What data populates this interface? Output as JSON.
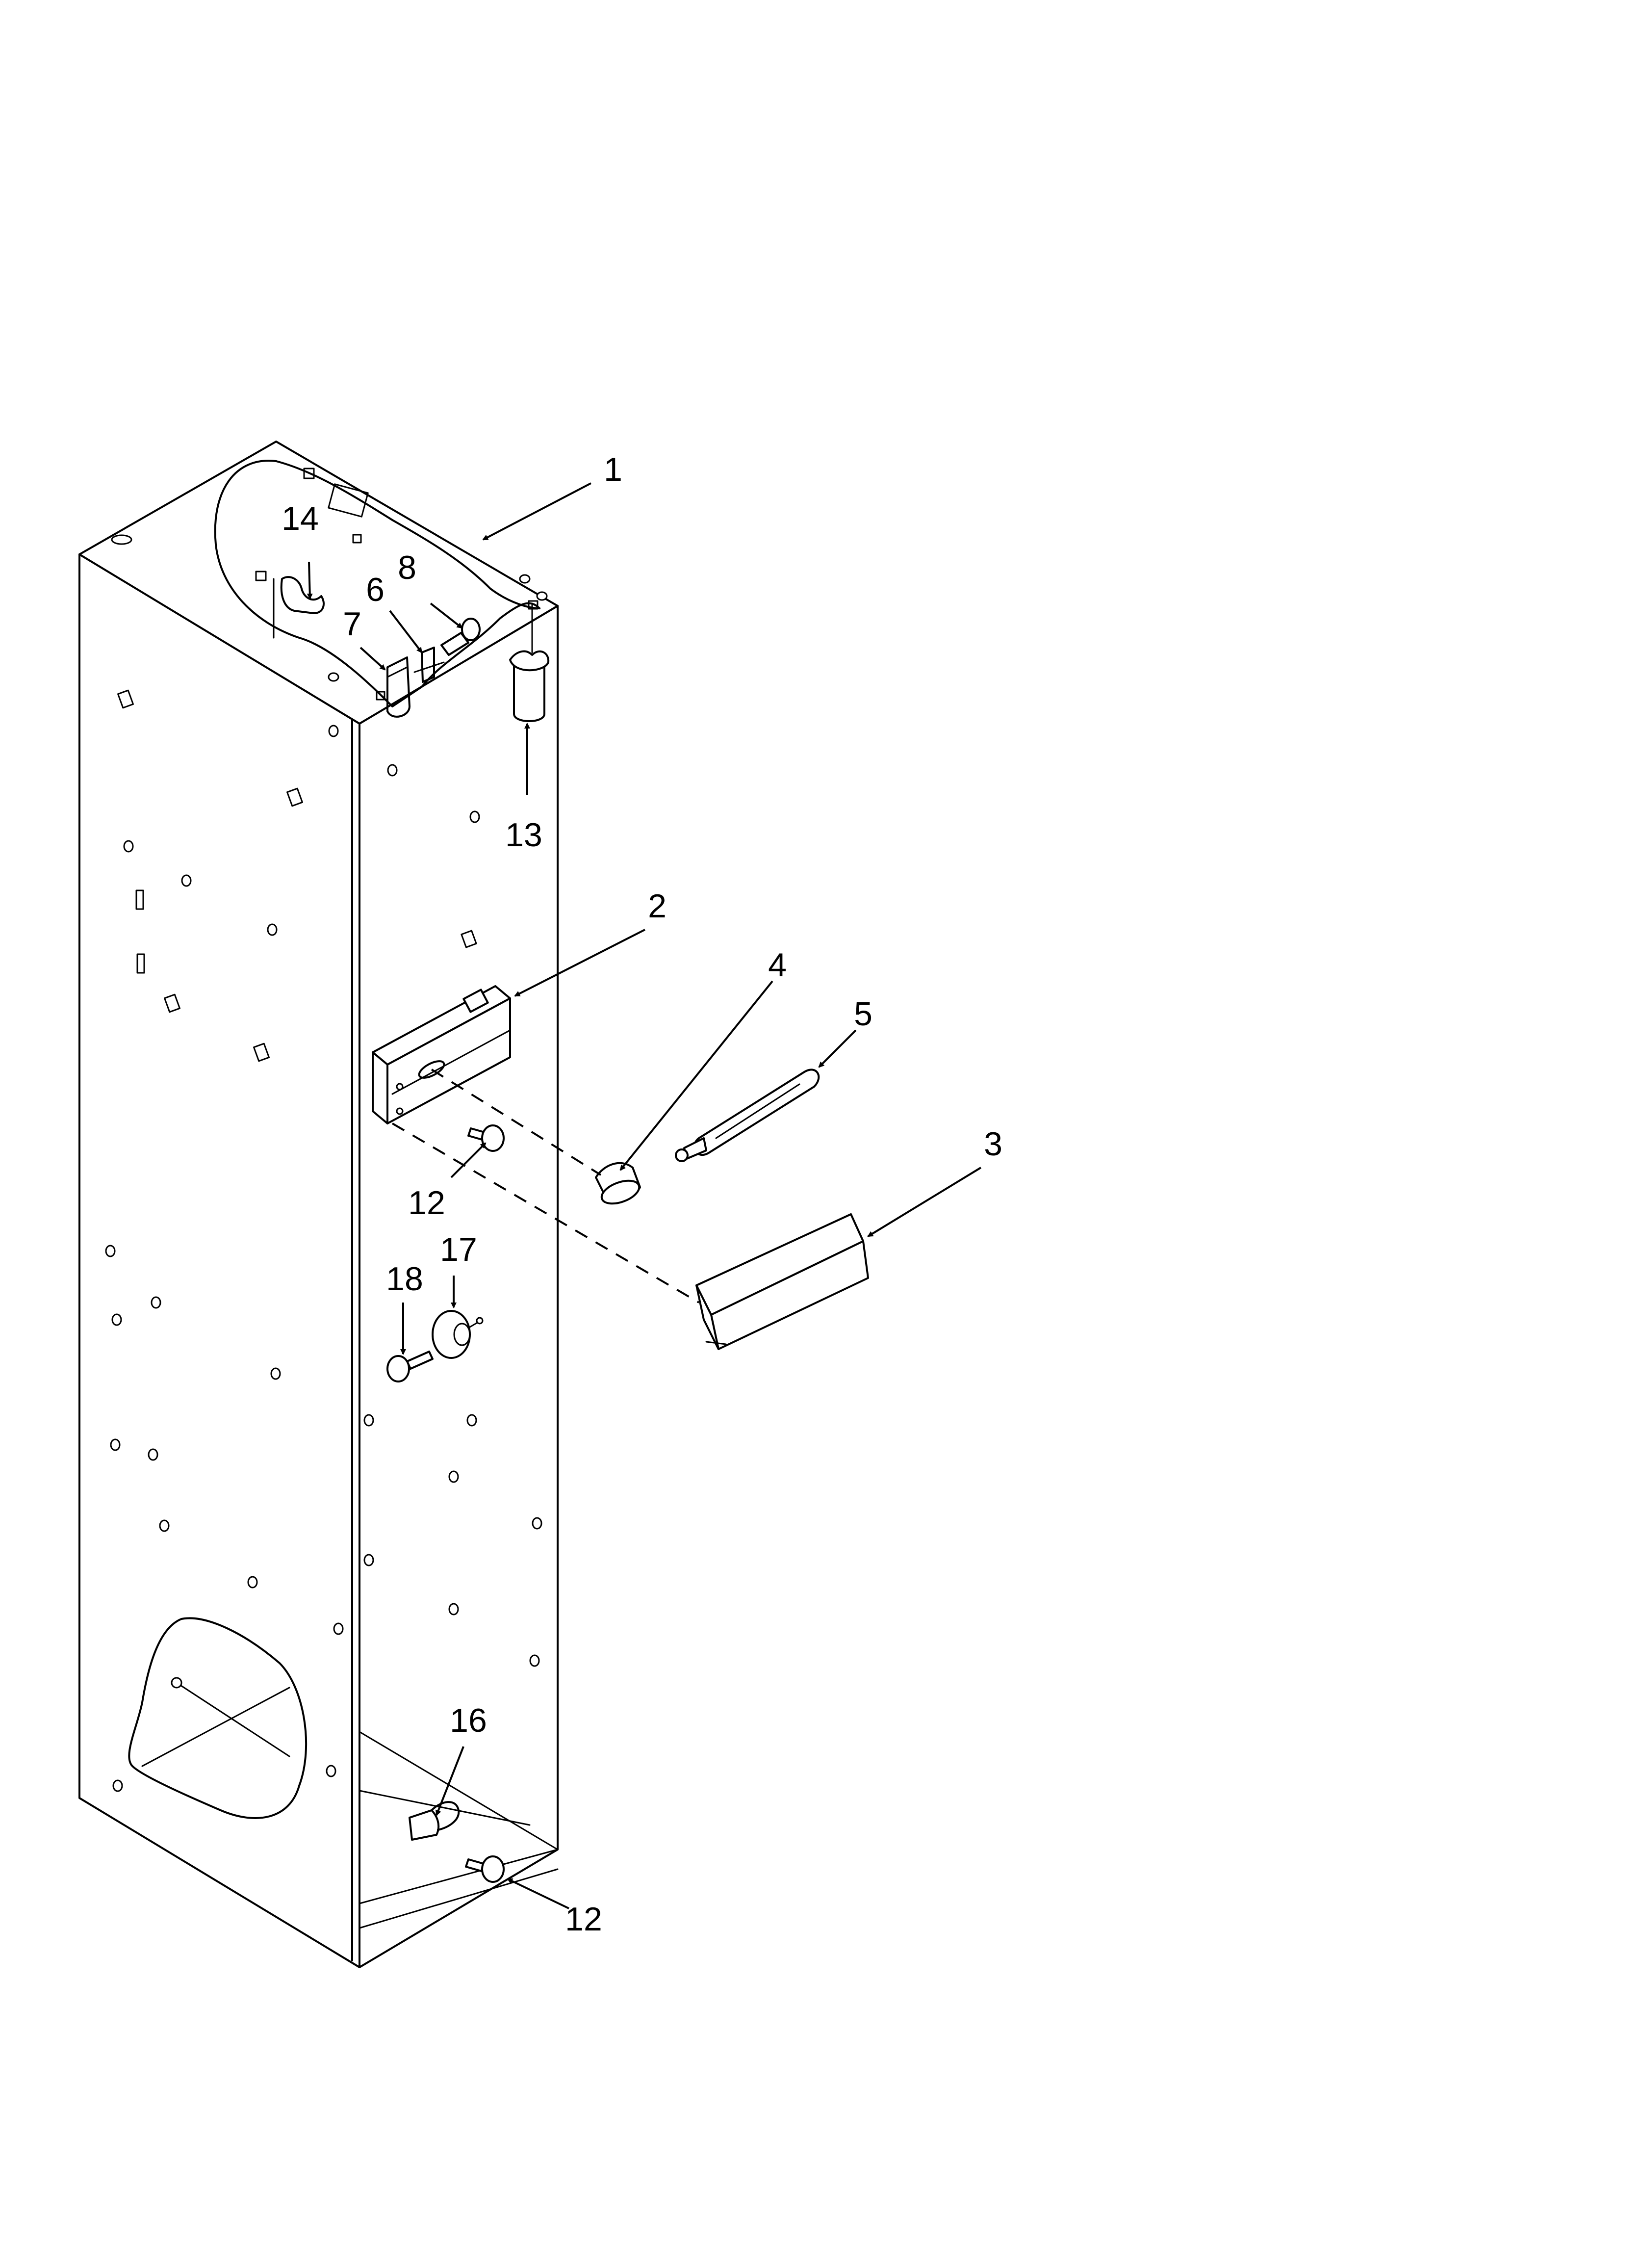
{
  "labels": {
    "p1": "1",
    "p2": "2",
    "p3": "3",
    "p4": "4",
    "p5": "5",
    "p6": "6",
    "p7": "7",
    "p8": "8",
    "p12a": "12",
    "p12b": "12",
    "p13": "13",
    "p14": "14",
    "p16": "16",
    "p17": "17",
    "p18": "18"
  }
}
